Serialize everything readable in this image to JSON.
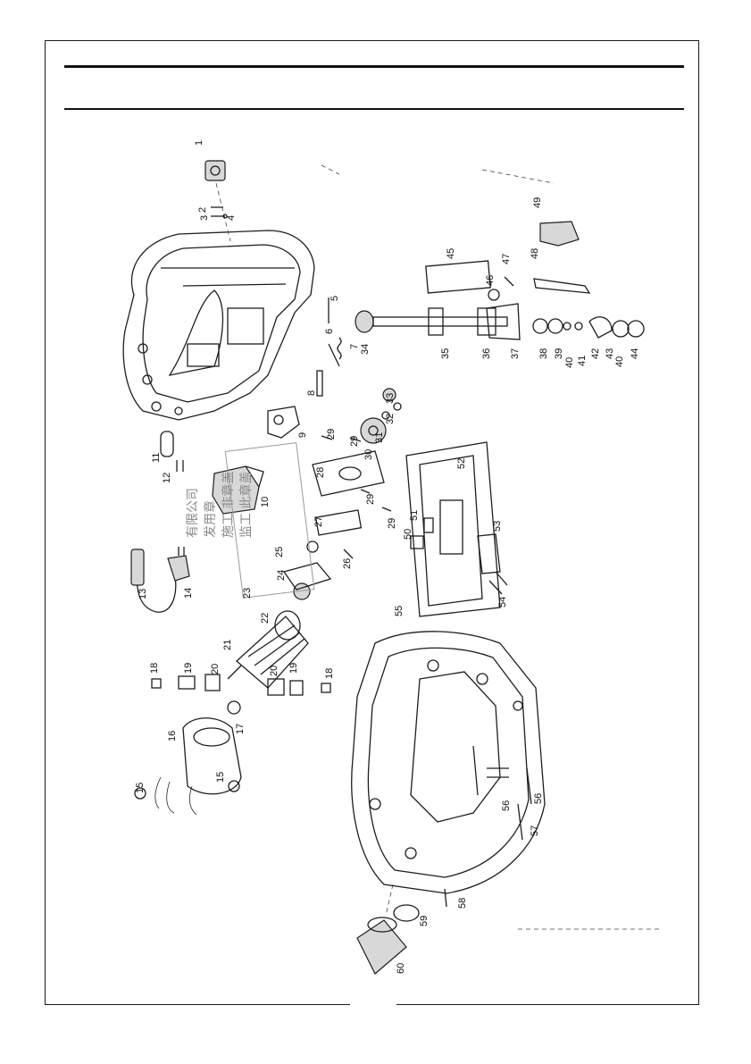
{
  "diagram": {
    "part_numbers": [
      "1",
      "2",
      "3",
      "4",
      "5",
      "6",
      "7",
      "8",
      "9",
      "10",
      "11",
      "12",
      "13",
      "14",
      "15",
      "15",
      "16",
      "17",
      "18",
      "18",
      "19",
      "19",
      "20",
      "20",
      "21",
      "22",
      "23",
      "24",
      "25",
      "26",
      "27",
      "28",
      "29",
      "29",
      "29",
      "29",
      "30",
      "31",
      "32",
      "33",
      "34",
      "35",
      "36",
      "37",
      "38",
      "39",
      "40",
      "40",
      "41",
      "42",
      "43",
      "44",
      "45",
      "46",
      "47",
      "48",
      "49",
      "50",
      "51",
      "52",
      "53",
      "54",
      "55",
      "56",
      "56",
      "57",
      "58",
      "59",
      "60"
    ]
  },
  "stamp": {
    "lines": [
      "有限公司",
      "发用章",
      "施工 非章盖",
      "监工 此章盖"
    ]
  }
}
